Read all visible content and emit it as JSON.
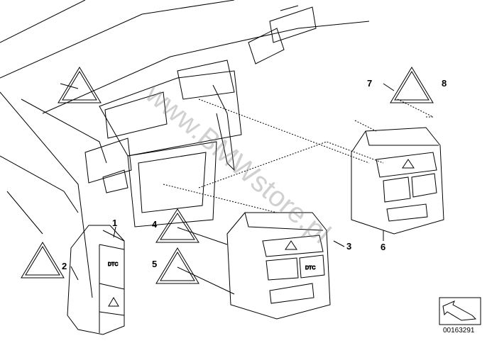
{
  "diagram": {
    "callouts": [
      "1",
      "2",
      "3",
      "4",
      "5",
      "6",
      "7",
      "8"
    ],
    "switch_label": "DTC",
    "watermark": "www.BMWstore.pl",
    "image_code": "00163291"
  }
}
